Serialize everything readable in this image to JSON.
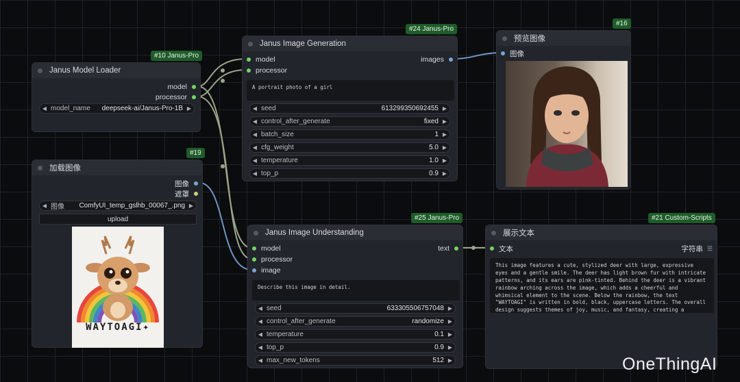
{
  "colors": {
    "badge": "#1f5c2a",
    "port_green": "#74d566",
    "port_blue": "#7aa4d8",
    "port_yellow": "#c9cf7a",
    "node_bg": "#22252b"
  },
  "loader": {
    "badge": "#10 Janus-Pro",
    "title": "Janus Model Loader",
    "out_model": "model",
    "out_processor": "processor",
    "model_name_label": "model_name",
    "model_name_value": "deepseek-ai/Janus-Pro-1B"
  },
  "load_image": {
    "badge": "#19",
    "title": "加载图像",
    "out_image": "图像",
    "out_mask": "遮罩",
    "image_label": "图像",
    "image_value": "ComfyUI_temp_gslhb_00067_.png",
    "upload_label": "upload",
    "preview_text": "WAYTOAGI✦"
  },
  "generation": {
    "badge": "#24 Janus-Pro",
    "title": "Janus Image Generation",
    "in_model": "model",
    "in_processor": "processor",
    "out_images": "images",
    "prompt": "A portrait photo of a girl",
    "widgets": [
      {
        "label": "seed",
        "value": "613299350692455"
      },
      {
        "label": "control_after_generate",
        "value": "fixed"
      },
      {
        "label": "batch_size",
        "value": "1"
      },
      {
        "label": "cfg_weight",
        "value": "5.0"
      },
      {
        "label": "temperature",
        "value": "1.0"
      },
      {
        "label": "top_p",
        "value": "0.9"
      }
    ]
  },
  "preview": {
    "badge": "#16",
    "title": "预览图像",
    "in_images": "图像"
  },
  "understanding": {
    "badge": "#25 Janus-Pro",
    "title": "Janus Image Understanding",
    "in_model": "model",
    "in_processor": "processor",
    "in_image": "image",
    "out_text": "text",
    "prompt": "Describe this image in detail.",
    "widgets": [
      {
        "label": "seed",
        "value": "633305506757048"
      },
      {
        "label": "control_after_generate",
        "value": "randomize"
      },
      {
        "label": "temperature",
        "value": "0.1"
      },
      {
        "label": "top_p",
        "value": "0.9"
      },
      {
        "label": "max_new_tokens",
        "value": "512"
      }
    ]
  },
  "show_text": {
    "badge": "#21 Custom-Scripts",
    "title": "展示文本",
    "in_text": "文本",
    "out_string": "字符串",
    "content": "This image features a cute, stylized deer with large, expressive eyes and a gentle smile. The deer has light brown fur with intricate patterns, and its ears are pink-tinted. Behind the deer is a vibrant rainbow arching across the image, which adds a cheerful and whimsical element to the scene. Below the rainbow, the text \"WAYTOAGI\" is written in bold, black, uppercase letters. The overall design suggests themes of joy, music, and fantasy, creating a whimsical and charming scene."
  },
  "watermark": "OneThingAI"
}
